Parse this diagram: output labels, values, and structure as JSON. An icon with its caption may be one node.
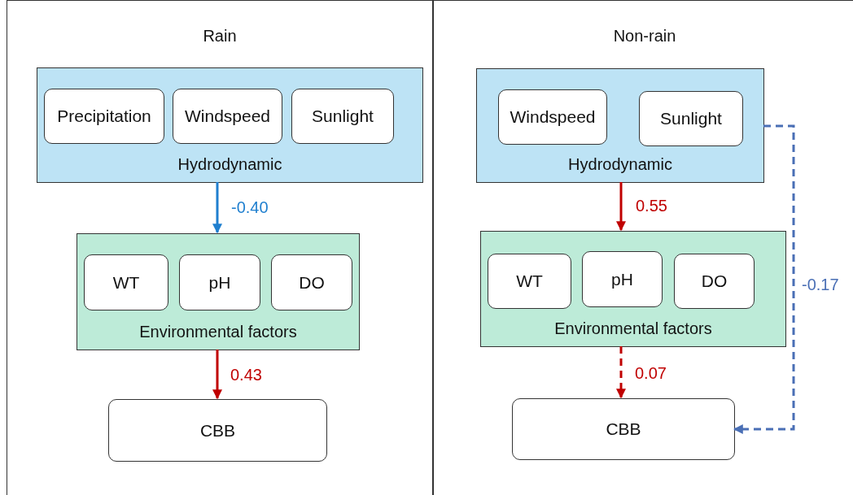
{
  "diagram": {
    "nodes": [
      {
        "text": [
          "Rain"
        ]
      },
      {
        "text": [
          "Hydrodynamic"
        ],
        "in": 0
      },
      {
        "text": [
          "Precipitation"
        ],
        "in": 1
      },
      {
        "text": [
          "Windspeed"
        ],
        "in": 1
      },
      {
        "text": [
          "Sunlight"
        ],
        "in": 1
      },
      {
        "text": [
          "Environmental factors"
        ],
        "in": 0
      },
      {
        "text": [
          "WT"
        ],
        "in": 5
      },
      {
        "text": [
          "pH"
        ],
        "in": 5
      },
      {
        "text": [
          "DO"
        ],
        "in": 5
      },
      {
        "text": [
          "CBB"
        ],
        "in": 0
      },
      {
        "text": [
          "Non-rain"
        ]
      },
      {
        "text": [
          "Hydrodynamic"
        ],
        "in": 10
      },
      {
        "text": [
          "Windspeed"
        ],
        "in": 11
      },
      {
        "text": [
          "Sunlight"
        ],
        "in": 11
      },
      {
        "text": [
          "Environmental factors"
        ],
        "in": 10
      },
      {
        "text": [
          "WT"
        ],
        "in": 14
      },
      {
        "text": [
          "pH"
        ],
        "in": 14
      },
      {
        "text": [
          "DO"
        ],
        "in": 14
      },
      {
        "text": [
          "CBB"
        ],
        "in": 10
      }
    ],
    "edges": [
      {
        "from": 1,
        "to": 5,
        "arrow": "to",
        "label": "-0.40",
        "color": "#1f7fcf"
      },
      {
        "from": 5,
        "to": 9,
        "arrow": "to",
        "label": "0.43"
      },
      {
        "from": 11,
        "to": 14,
        "arrow": "to",
        "label": "0.55"
      },
      {
        "from": 14,
        "to": 18,
        "arrow": "to",
        "label": "0.07",
        "style": "dashed"
      },
      {
        "from": 11,
        "to": 18,
        "arrow": "to",
        "label": "-0.17",
        "style": "dashed",
        "color": "#4a6fb5"
      }
    ]
  }
}
